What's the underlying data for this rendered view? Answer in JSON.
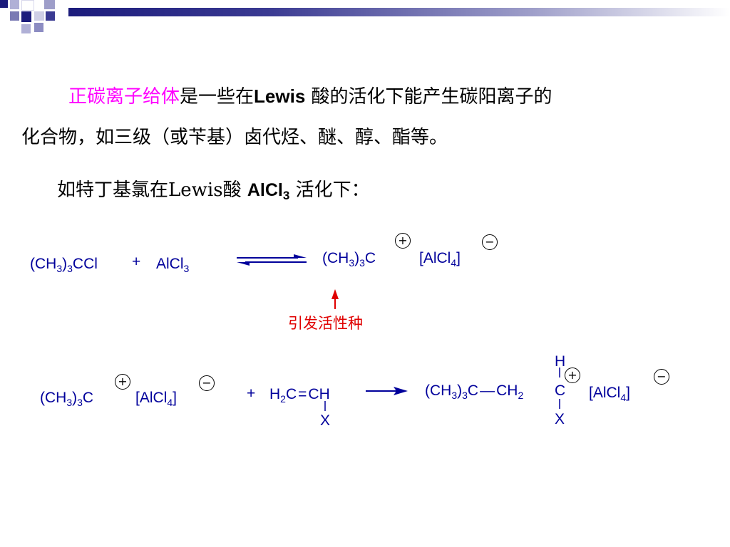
{
  "paragraph1": {
    "highlight": "正碳离子给体",
    "text_a": "是一些在",
    "lewis": "Lewis",
    "text_b": " 酸的活化下能产生碳阳离子的",
    "line2": "化合物，如三级（或苄基）卤代烃、醚、醇、酯等。"
  },
  "paragraph2": {
    "text_a": "如特丁基氯在Lewis酸 ",
    "alcl": "AlCl",
    "sub": "3",
    "text_b": " 活化下："
  },
  "reaction1": {
    "reactant1": [
      "(CH",
      "3",
      ")",
      "3",
      "CCl"
    ],
    "plus": "+",
    "reactant2": [
      "AlCl",
      "3"
    ],
    "product_cation": [
      "(CH",
      "3",
      ")",
      "3",
      "C"
    ],
    "product_anion": [
      "[AlCl",
      "4",
      "]"
    ],
    "plus_charge": "+",
    "minus_charge": "−"
  },
  "annotation": {
    "label": "引发活性种",
    "color": "#e00000"
  },
  "reaction2": {
    "reactant_cation": [
      "(CH",
      "3",
      ")",
      "3",
      "C"
    ],
    "reactant_anion": [
      "[AlCl",
      "4",
      "]"
    ],
    "plus": "+",
    "monomer_left": [
      "H",
      "2",
      "C"
    ],
    "monomer_bond": "=",
    "monomer_right": "CH",
    "substituent": "X",
    "product_left": [
      "(CH",
      "3",
      ")",
      "3",
      "C"
    ],
    "product_bond": "—",
    "product_mid": [
      "CH",
      "2"
    ],
    "product_c": "C",
    "product_h": "H",
    "product_x": "X",
    "product_anion": [
      "[AlCl",
      "4",
      "]"
    ],
    "plus_charge": "+",
    "minus_charge": "−"
  },
  "colors": {
    "accent": "#ff00ff",
    "chem": "#00009b",
    "red": "#e00000",
    "bar_dark": "#1c1c7c"
  }
}
